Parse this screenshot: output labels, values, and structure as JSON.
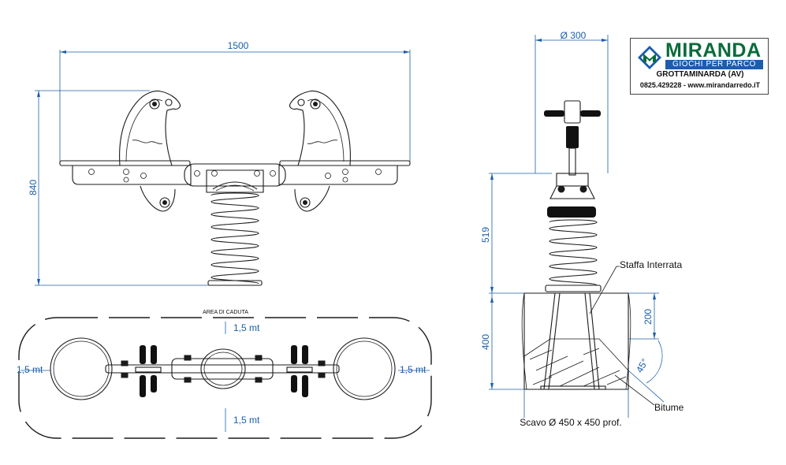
{
  "logo": {
    "brand": "MIRANDA",
    "tagline": "GIOCHI PER PARCO",
    "city": "GROTTAMINARDA (AV)",
    "contact": "0825.429228 - www.mirandarredo.iT",
    "colors": {
      "brand": "#0a6b3a",
      "tagline_bg": "#1d5cad"
    }
  },
  "front_view": {
    "width_label": "1500",
    "height_label": "840"
  },
  "plan_view": {
    "title": "AREA DI CADUTA",
    "top_clearance": "1,5 mt",
    "bottom_clearance": "1,5 mt",
    "left_clearance": "1,5 mt",
    "right_clearance": "1,5 mt"
  },
  "side_view": {
    "diameter_label": "Ø 300",
    "height_label": "519",
    "depth_label": "400",
    "concrete_label": "200",
    "angle_label": "45°",
    "bracket_label": "Staffa Interrata",
    "bitumen_label": "Bitume",
    "excavation_label": "Scavo Ø 450 x 450 prof."
  },
  "colors": {
    "dimension": "#1a5fa8",
    "ink": "#1b1b1b"
  }
}
